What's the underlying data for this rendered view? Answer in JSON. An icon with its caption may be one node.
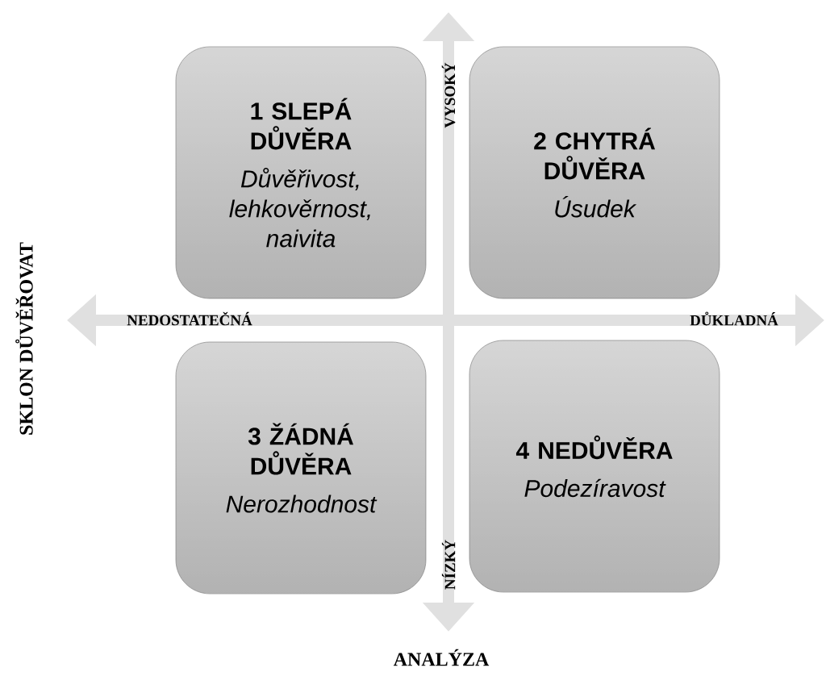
{
  "diagram": {
    "nodes": [
      {
        "text": [
          "1 SLEPÁ DŮVĚRA",
          "Důvěřivost, lehkověrnost, naivita"
        ]
      },
      {
        "text": [
          "2 CHYTRÁ DŮVĚRA",
          "Úsudek"
        ]
      },
      {
        "text": [
          "3 ŽÁDNÁ DŮVĚRA",
          "Nerozhodnost"
        ]
      },
      {
        "text": [
          "4 NEDŮVĚRA",
          "Podezíravost"
        ]
      }
    ],
    "labels": [
      "VYSOKÝ",
      "SKLON DŮVĚŘOVAT",
      "NEDOSTATEČNÁ",
      "DŮKLADNÁ",
      "NÍZKÝ",
      "ANALÝZA"
    ]
  }
}
